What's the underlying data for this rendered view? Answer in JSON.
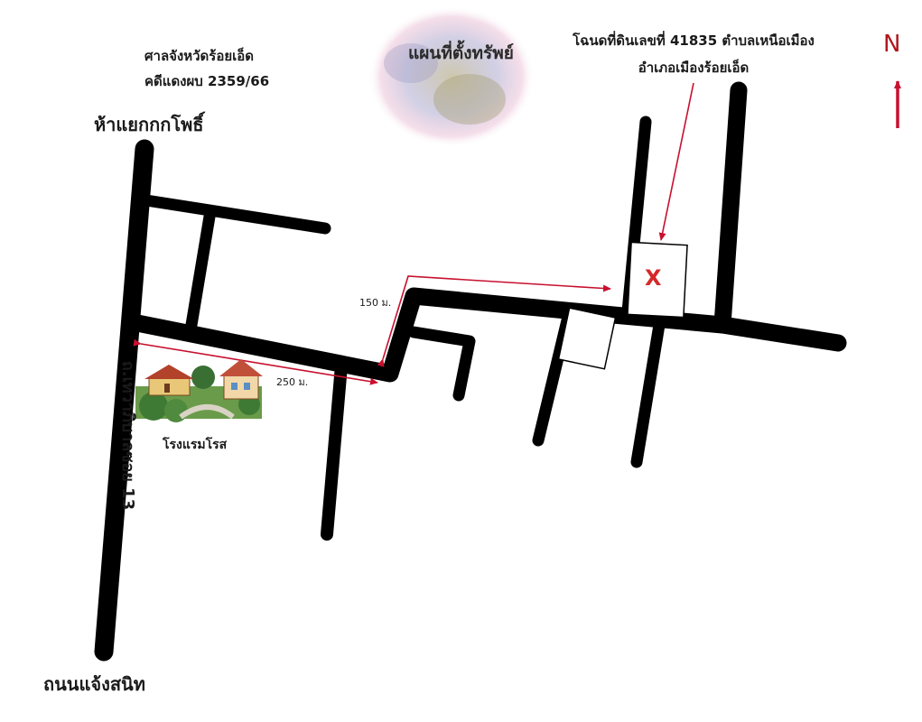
{
  "header": {
    "court_name": "ศาลจังหวัดร้อยเอ็ด",
    "case_number": "คดีแดงผบ 2359/66",
    "map_title": "แผนที่ตั้งทรัพย์",
    "deed_line1": "โฉนดที่ดินเลขที่  41835  ตำบลเหนือเมือง",
    "deed_line2": "อำเภอเมืองร้อยเอ็ด"
  },
  "labels": {
    "junction": "ห้าแยกกกโพธิ์",
    "side_road": "ถ.เทวาภิบาลซอย 13",
    "bottom_road": "ถนนแจ้งสนิท",
    "hotel": "โรงแรมโรส",
    "distance_1": "150 ม.",
    "distance_2": "250 ม.",
    "north": "N",
    "property_mark": "X"
  },
  "colors": {
    "road": "#000000",
    "annotation": "#c8102e",
    "property_mark": "#d42a2a"
  },
  "icons": {
    "hotel": "house-illustration",
    "north": "north-arrow-icon",
    "stamp": "watermark-stamp"
  }
}
